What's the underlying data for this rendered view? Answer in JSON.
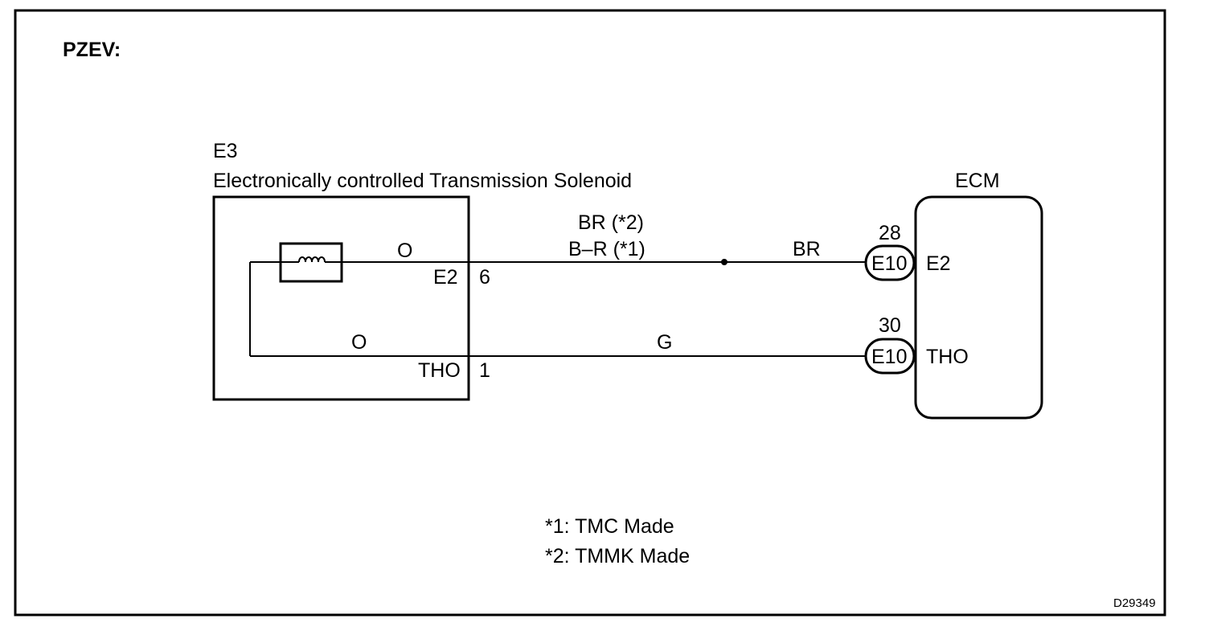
{
  "heading": "PZEV:",
  "left_component": {
    "code": "E3",
    "name": "Electronically controlled Transmission Solenoid",
    "pins": {
      "upper": {
        "label": "E2",
        "number": "6"
      },
      "lower": {
        "label": "THO",
        "number": "1"
      }
    },
    "inner_wire_colors": {
      "upper": "O",
      "lower": "O"
    }
  },
  "right_component": {
    "name": "ECM",
    "pins": {
      "upper": {
        "connector": "E10",
        "number": "28",
        "label": "E2"
      },
      "lower": {
        "connector": "E10",
        "number": "30",
        "label": "THO"
      }
    }
  },
  "wires": {
    "upper_left_label_1": "BR (*2)",
    "upper_left_label_2": "B–R (*1)",
    "upper_right_label": "BR",
    "lower_label": "G"
  },
  "notes": [
    "*1: TMC Made",
    "*2: TMMK Made"
  ],
  "figure_id": "D29349"
}
